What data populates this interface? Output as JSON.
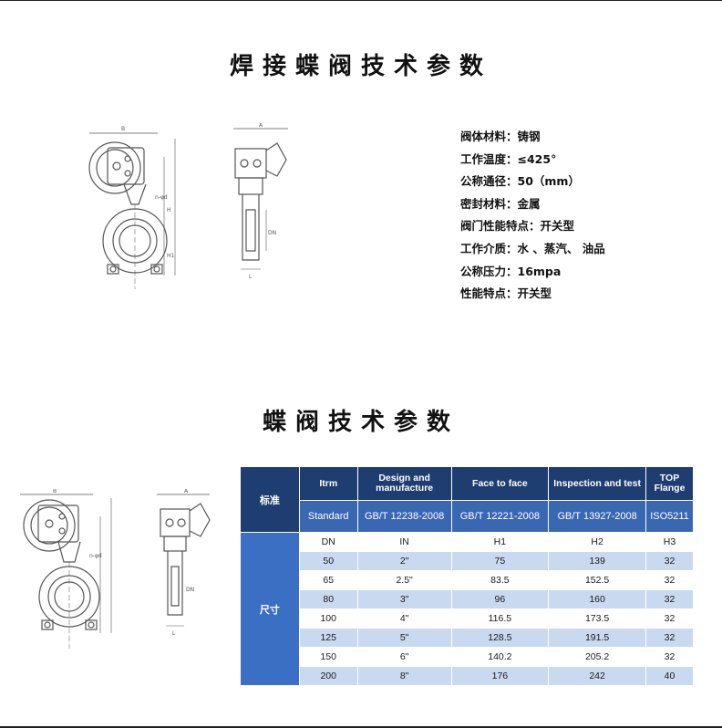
{
  "title1": "焊接蝶阀技术参数",
  "title2": "蝶阀技术参数",
  "specs": [
    "阀体材料：铸钢",
    "工作温度：≤425°",
    "公称通径：50（mm）",
    "密封材料：金属",
    "阀门性能特点：开关型",
    "工作介质：水 、蒸汽、 油品",
    "公称压力：16mpa",
    "性能特点：开关型"
  ],
  "table": {
    "label_standard": "标准",
    "label_size": "尺寸",
    "headers": [
      "Itrm",
      "Design and manufacture",
      "Face to face",
      "Inspection and test",
      "TOP Flange"
    ],
    "standards": [
      "Standard",
      "GB/T 12238-2008",
      "GB/T 12221-2008",
      "GB/T 13927-2008",
      "ISO5211"
    ],
    "columns": [
      "DN",
      "IN",
      "H1",
      "H2",
      "H3"
    ],
    "rows": [
      [
        "50",
        "2\"",
        "75",
        "139",
        "32"
      ],
      [
        "65",
        "2.5\"",
        "83.5",
        "152.5",
        "32"
      ],
      [
        "80",
        "3\"",
        "96",
        "160",
        "32"
      ],
      [
        "100",
        "4\"",
        "116.5",
        "173.5",
        "32"
      ],
      [
        "125",
        "5\"",
        "128.5",
        "191.5",
        "32"
      ],
      [
        "150",
        "6\"",
        "140.2",
        "205.2",
        "32"
      ],
      [
        "200",
        "8\"",
        "176",
        "242",
        "40"
      ]
    ]
  },
  "drawing_labels": {
    "width": "B",
    "side_width": "A",
    "bore": "DN",
    "height_top": "H",
    "height_bottom": "H1",
    "face": "L",
    "bolt_holes": "n-φd"
  },
  "colors": {
    "header_dark": "#1e3d70",
    "header_mid": "#3a67b1",
    "row_tint": "#c9d9f0"
  }
}
